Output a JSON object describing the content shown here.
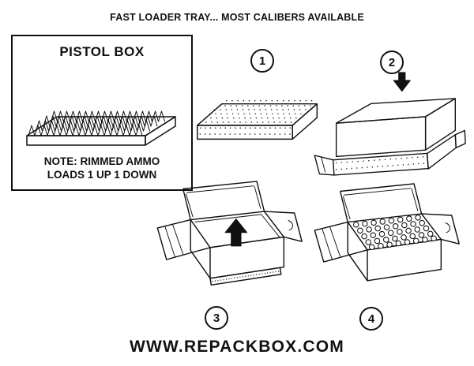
{
  "header": {
    "title": "FAST LOADER TRAY... MOST CALIBERS AVAILABLE"
  },
  "pistol_box_panel": {
    "title": "PISTOL BOX",
    "note_line1": "NOTE: RIMMED AMMO",
    "note_line2": "LOADS 1 UP 1 DOWN"
  },
  "steps": [
    {
      "label": "1"
    },
    {
      "label": "2"
    },
    {
      "label": "3"
    },
    {
      "label": "4"
    }
  ],
  "footer": {
    "website": "WWW.REPACKBOX.COM"
  },
  "colors": {
    "line": "#111111",
    "background": "#ffffff"
  }
}
